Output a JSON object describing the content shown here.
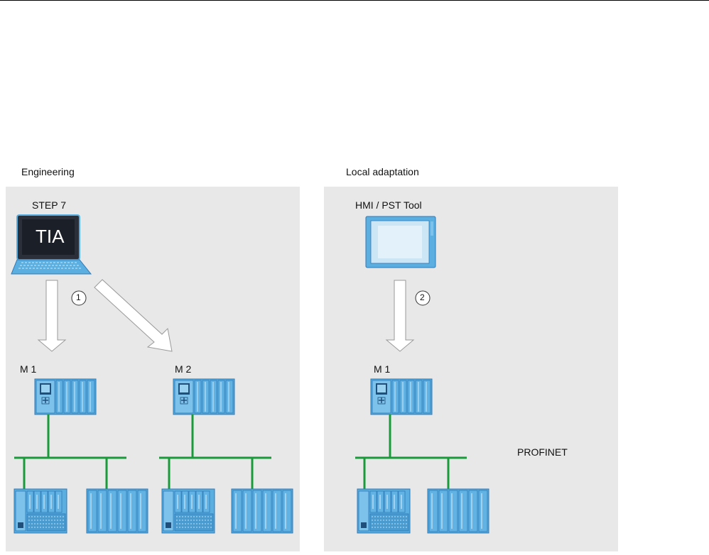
{
  "sections": {
    "left": {
      "title": "Engineering",
      "tool_label": "STEP 7",
      "laptop_screen_text": "TIA",
      "step_number": "1",
      "controller_labels": [
        "M 1",
        "M 2"
      ]
    },
    "right": {
      "title": "Local adaptation",
      "tool_label": "HMI / PST Tool",
      "step_number": "2",
      "controller_label": "M 1",
      "network_label": "PROFINET"
    }
  },
  "colors": {
    "panel": "#e8e8e8",
    "network_line": "#1a9a3a",
    "module_blue": "#5aaee0",
    "module_dark": "#2f7ab8",
    "arrow_fill": "#ffffff",
    "arrow_stroke": "#9a9a9a"
  },
  "icons": [
    "laptop-icon",
    "hmi-panel-icon",
    "cpu-module-icon",
    "io-station-icon",
    "arrow-down-icon",
    "arrow-diagonal-icon"
  ]
}
